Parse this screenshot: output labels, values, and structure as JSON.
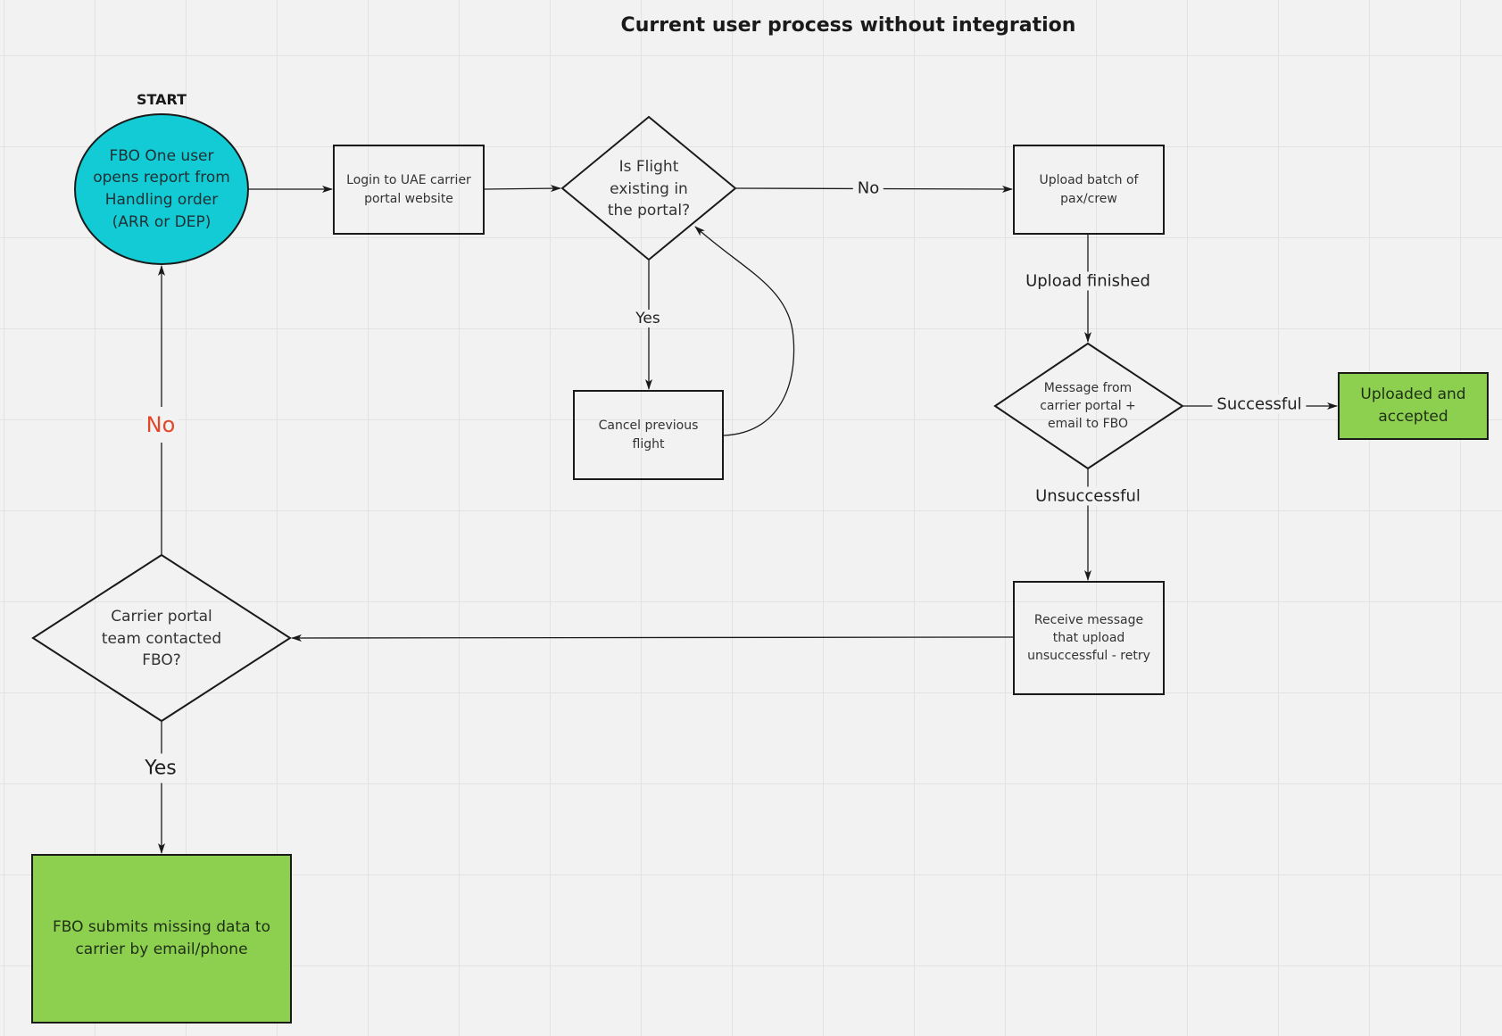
{
  "title": "Current user process without integration",
  "start_label": "START",
  "colors": {
    "start_fill": "#13cbd4",
    "success_fill": "#8dd050",
    "no_loop_label": "#e0472b",
    "canvas": "#f2f2f2"
  },
  "nodes": {
    "start": "FBO One user opens report from Handling order (ARR or DEP)",
    "login": "Login to UAE carrier portal website",
    "flight_exists": "Is Flight existing in the portal?",
    "cancel": "Cancel previous flight",
    "upload": "Upload batch of pax/crew",
    "message": "Message from carrier portal + email to FBO",
    "accepted": "Uploaded and accepted",
    "retry": "Receive message that upload unsuccessful - retry",
    "contacted": "Carrier portal team contacted FBO?",
    "submit": "FBO submits missing data to carrier by email/phone"
  },
  "edges": {
    "no_exists": "No",
    "yes_exists": "Yes",
    "upload_finished": "Upload finished",
    "successful": "Successful",
    "unsuccessful": "Unsuccessful",
    "no_contacted": "No",
    "yes_contacted": "Yes"
  }
}
